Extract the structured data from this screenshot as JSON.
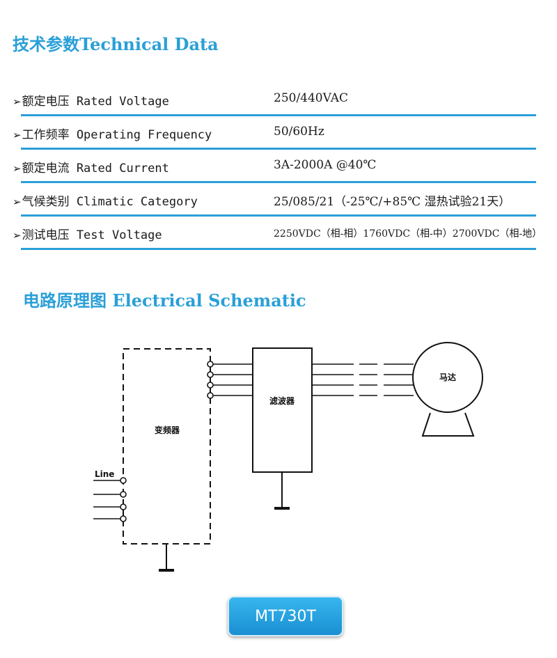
{
  "technical_data": {
    "heading": "技术参数Technical Data",
    "rows": [
      {
        "label": "额定电压 Rated Voltage",
        "value": "250/440VAC"
      },
      {
        "label": "工作频率 Operating Frequency",
        "value": "50/60Hz"
      },
      {
        "label": "额定电流 Rated Current",
        "value": "3A-2000A @40℃"
      },
      {
        "label": "气候类别 Climatic Category",
        "value": "25/085/21（-25℃/+85℃ 湿热试验21天）"
      },
      {
        "label": "测试电压 Test Voltage",
        "value": "2250VDC（相-相）1760VDC（相-中）2700VDC（相-地）"
      }
    ]
  },
  "schematic": {
    "heading": "电路原理图 Electrical Schematic",
    "inverter_label": "变频器",
    "filter_label": "滤波器",
    "motor_label": "马达",
    "line_label": "Line"
  },
  "model_button": {
    "label": "MT730T"
  },
  "colors": {
    "accent": "#2a9fd8",
    "button": "#1a8fd2"
  }
}
